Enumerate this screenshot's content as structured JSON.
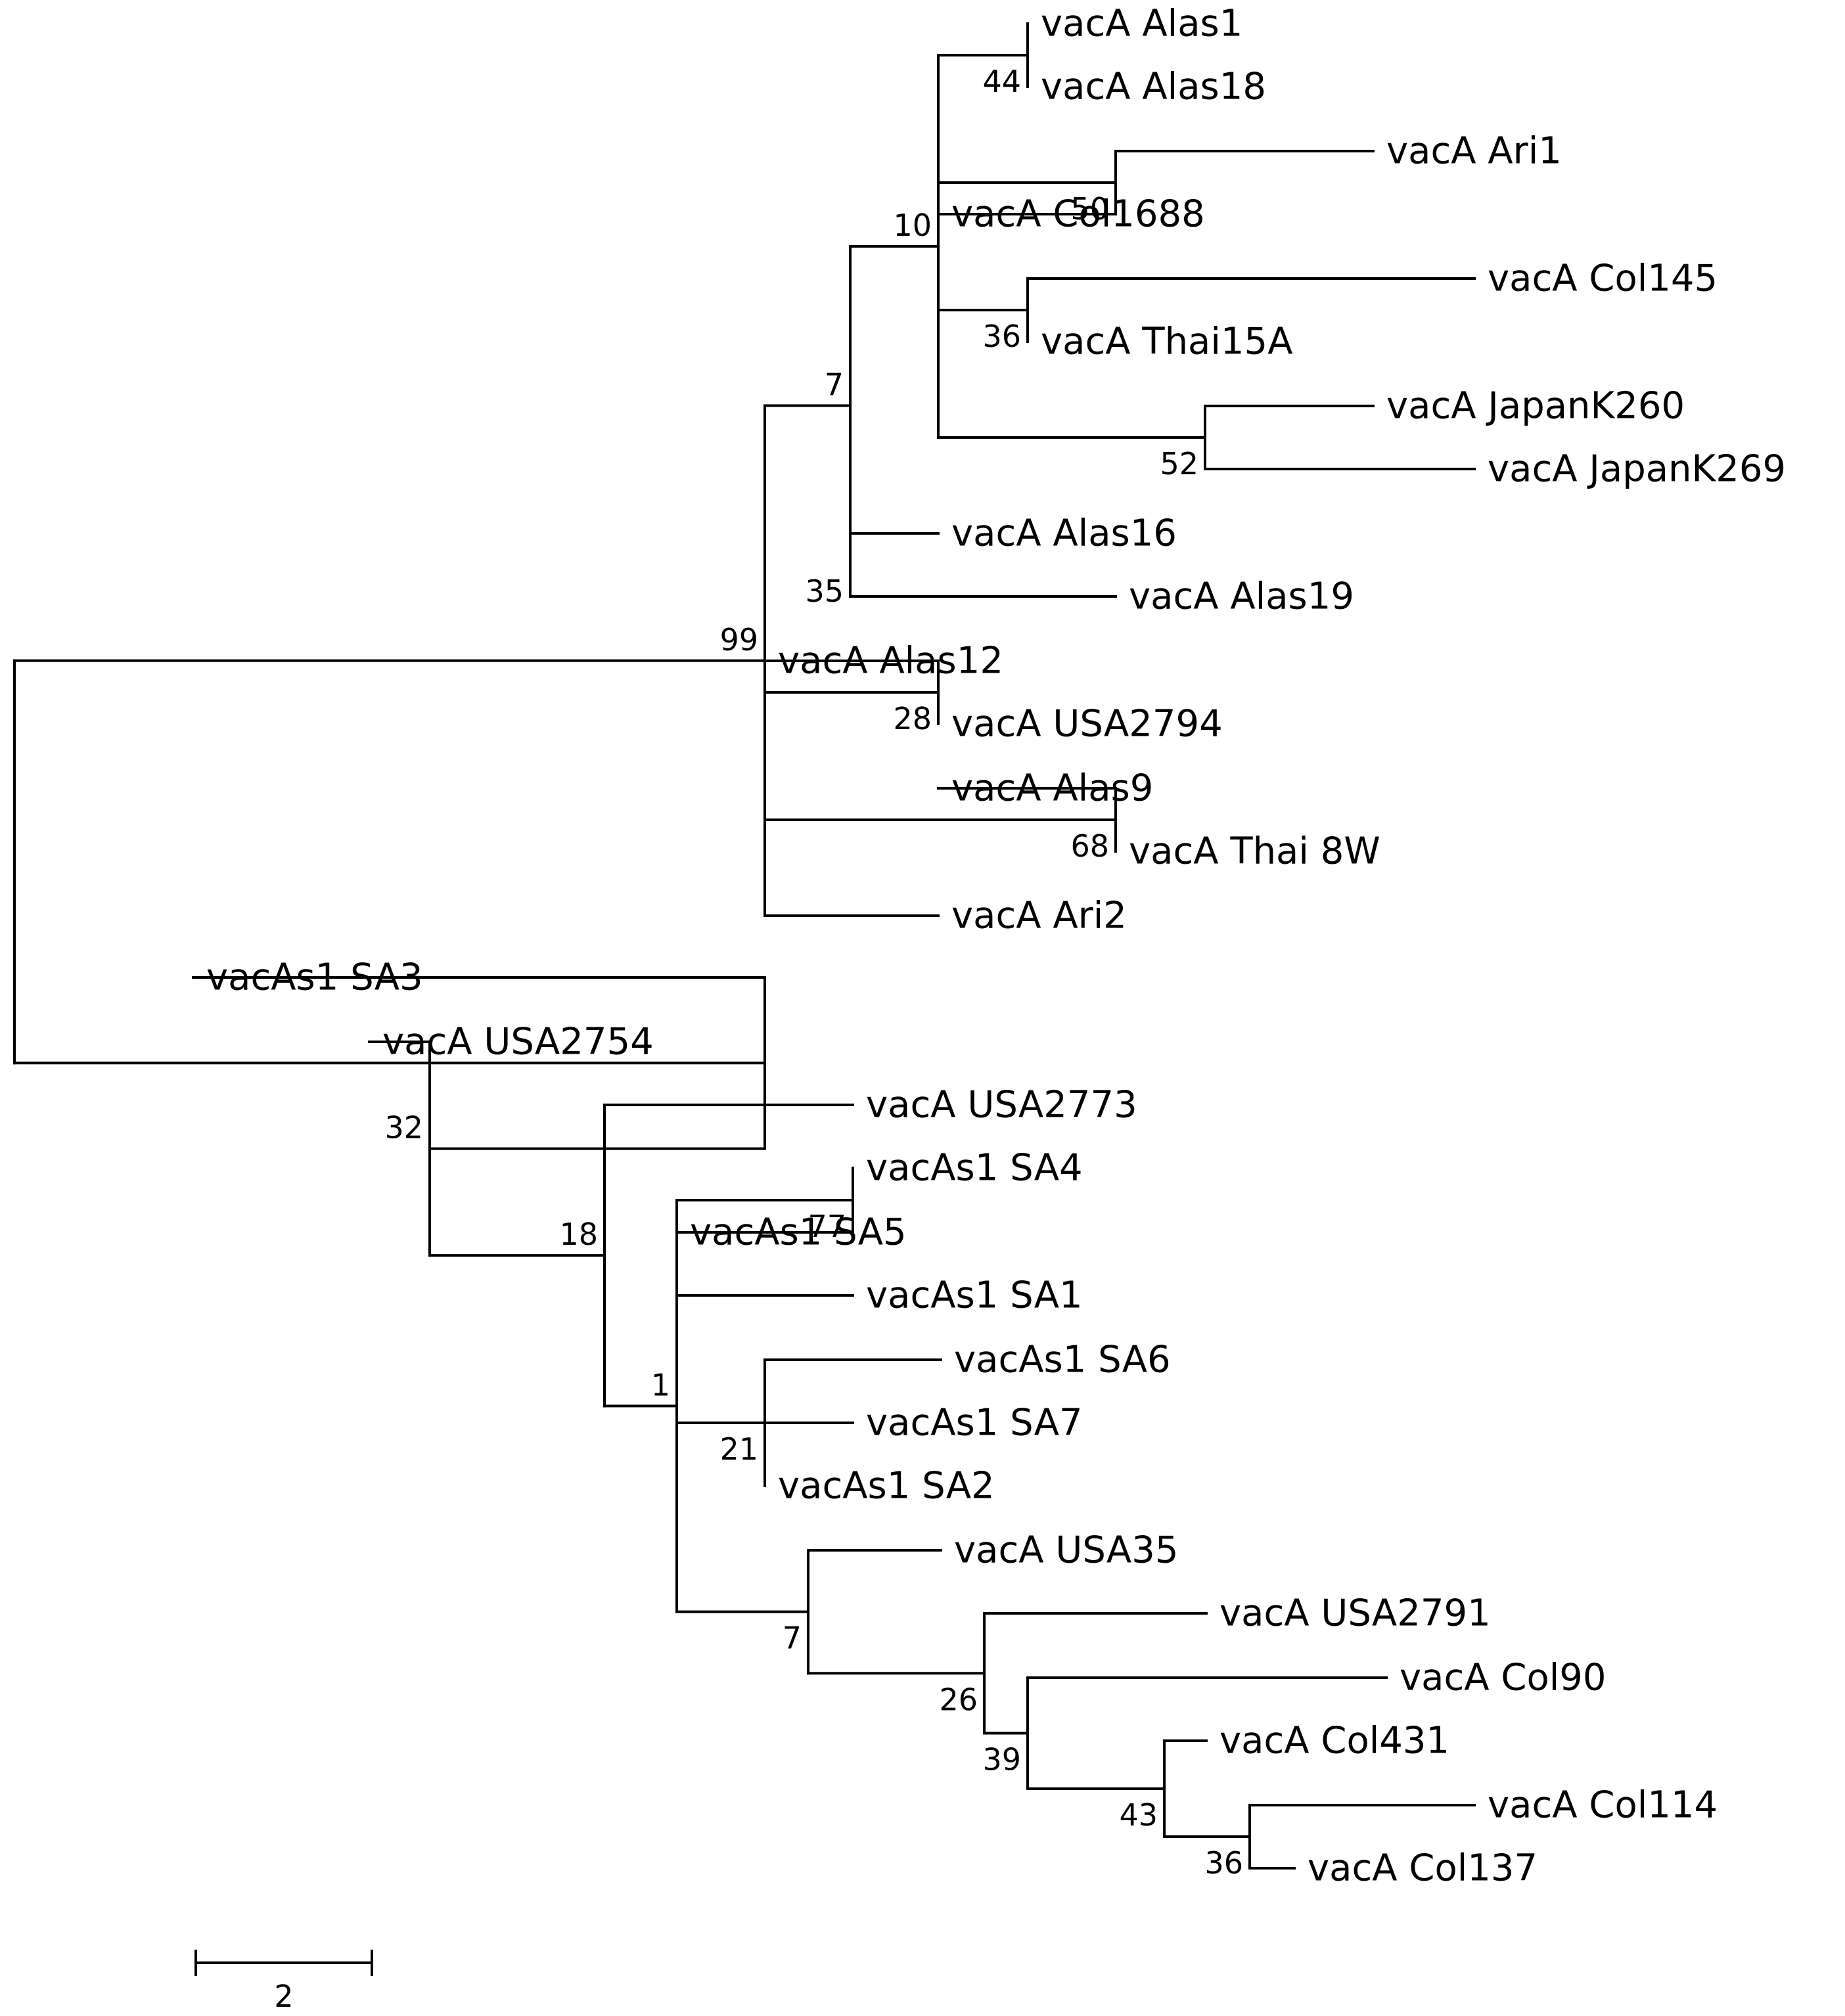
{
  "tree": {
    "type": "phylogenetic-tree",
    "layout": "rectangular",
    "root": {
      "children": [
        {
          "support": "99",
          "children": [
            {
              "support": "7",
              "children": [
                {
                  "support": "10",
                  "children": [
                    {
                      "support": "44",
                      "children": [
                        {
                          "label": "vacA Alas1"
                        },
                        {
                          "label": "vacA Alas18"
                        }
                      ]
                    },
                    {
                      "support": "50",
                      "children": [
                        {
                          "label": "vacA Ari1"
                        },
                        {
                          "label": "vacA Col1688"
                        }
                      ]
                    },
                    {
                      "support": "36",
                      "children": [
                        {
                          "label": "vacA Col145"
                        },
                        {
                          "label": "vacA Thai15A"
                        }
                      ]
                    },
                    {
                      "support": "52",
                      "children": [
                        {
                          "label": "vacA JapanK260"
                        },
                        {
                          "label": "vacA JapanK269"
                        }
                      ]
                    }
                  ]
                },
                {
                  "support": "35",
                  "children": [
                    {
                      "label": "vacA Alas16"
                    },
                    {
                      "label": "vacA Alas19"
                    }
                  ]
                }
              ]
            },
            {
              "support": "28",
              "children": [
                {
                  "label": "vacA Alas12"
                },
                {
                  "label": "vacA USA2794"
                }
              ]
            },
            {
              "support": "68",
              "children": [
                {
                  "label": "vacA Alas9"
                },
                {
                  "label": "vacA Thai 8W"
                }
              ]
            },
            {
              "label": "vacA Ari2"
            }
          ]
        },
        {
          "children": [
            {
              "label": "vacAs1 SA3"
            },
            {
              "support": "32",
              "children": [
                {
                  "label": "vacA USA2754"
                },
                {
                  "support": "18",
                  "children": [
                    {
                      "label": "vacA USA2773"
                    },
                    {
                      "support": "1",
                      "children": [
                        {
                          "support": "77",
                          "children": [
                            {
                              "label": "vacAs1 SA4"
                            },
                            {
                              "label": "vacAs1 SA5"
                            }
                          ]
                        },
                        {
                          "label": "vacAs1 SA1"
                        },
                        {
                          "support": "21",
                          "children": [
                            {
                              "label": "vacAs1 SA6"
                            },
                            {
                              "label": "vacAs1 SA7"
                            },
                            {
                              "label": "vacAs1 SA2"
                            }
                          ]
                        },
                        {
                          "support": "7",
                          "children": [
                            {
                              "label": "vacA USA35"
                            },
                            {
                              "support": "26",
                              "children": [
                                {
                                  "label": "vacA USA2791"
                                },
                                {
                                  "support": "39",
                                  "children": [
                                    {
                                      "label": "vacA Col90"
                                    },
                                    {
                                      "support": "43",
                                      "children": [
                                        {
                                          "label": "vacA Col431"
                                        },
                                        {
                                          "support": "36",
                                          "children": [
                                            {
                                              "label": "vacA Col114"
                                            },
                                            {
                                              "label": "vacA Col137"
                                            }
                                          ]
                                        }
                                      ]
                                    }
                                  ]
                                }
                              ]
                            }
                          ]
                        }
                      ]
                    }
                  ]
                }
              ]
            }
          ]
        }
      ]
    }
  },
  "scale_bar": {
    "value": 2,
    "label": "2"
  },
  "colors": {
    "line": "#000000",
    "text": "#000000",
    "background": "#ffffff"
  }
}
